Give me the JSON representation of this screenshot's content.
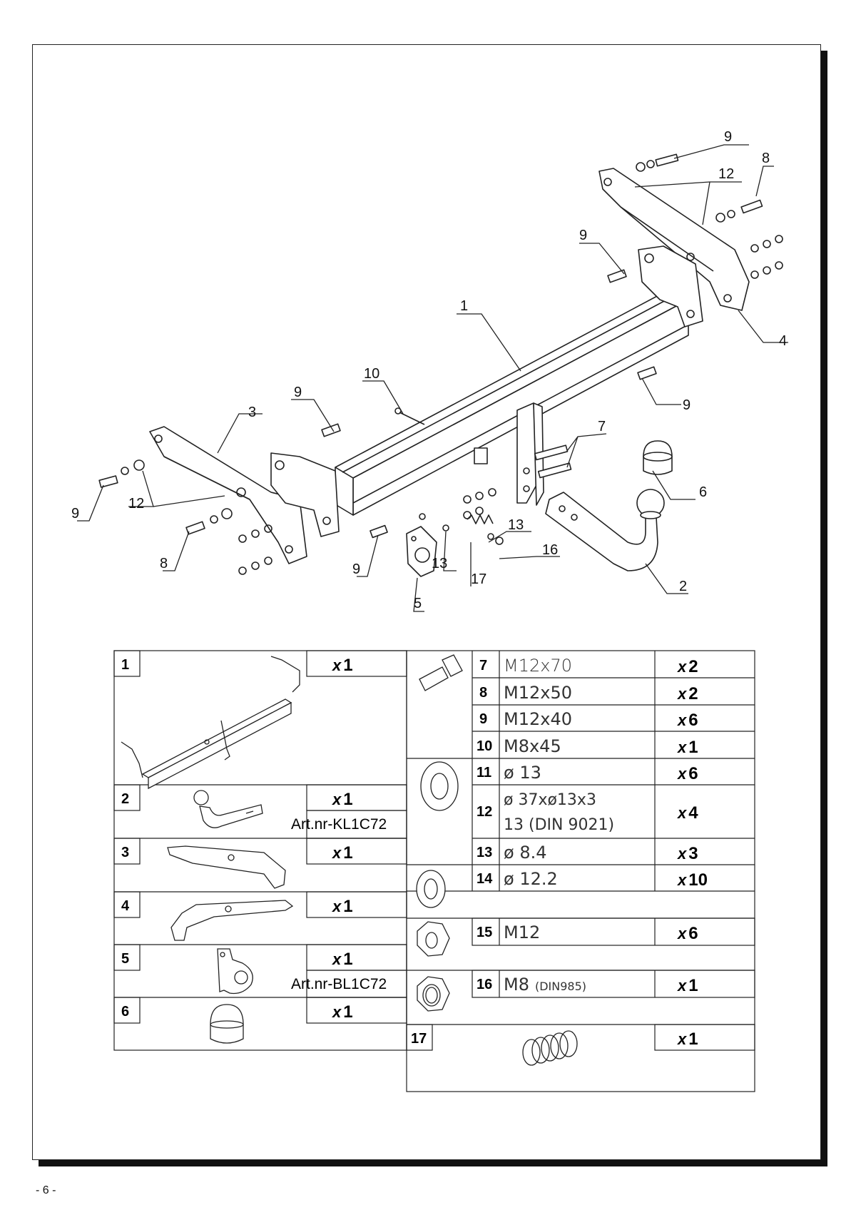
{
  "callouts": [
    {
      "text": "9"
    },
    {
      "text": "8"
    },
    {
      "text": "12"
    },
    {
      "text": "9"
    },
    {
      "text": "1"
    },
    {
      "text": "4"
    },
    {
      "text": "10"
    },
    {
      "text": "9"
    },
    {
      "text": "3"
    },
    {
      "text": "9"
    },
    {
      "text": "7"
    },
    {
      "text": "9"
    },
    {
      "text": "12"
    },
    {
      "text": "8"
    },
    {
      "text": "6"
    },
    {
      "text": "9"
    },
    {
      "text": "13"
    },
    {
      "text": "13"
    },
    {
      "text": "16"
    },
    {
      "text": "17"
    },
    {
      "text": "5"
    },
    {
      "text": "2"
    }
  ],
  "parts_left": [
    {
      "num": "1",
      "qty": "x",
      "qtyn": "1",
      "art": ""
    },
    {
      "num": "2",
      "qty": "x",
      "qtyn": "1",
      "art": "Art.nr-KL1C72"
    },
    {
      "num": "3",
      "qty": "x",
      "qtyn": "1",
      "art": ""
    },
    {
      "num": "4",
      "qty": "x",
      "qtyn": "1",
      "art": ""
    },
    {
      "num": "5",
      "qty": "x",
      "qtyn": "1",
      "art": "Art.nr-BL1C72"
    },
    {
      "num": "6",
      "qty": "x",
      "qtyn": "1",
      "art": ""
    }
  ],
  "parts_right": [
    {
      "num": "7",
      "spec": "M12x70",
      "spec2": "",
      "qty": "x",
      "qtyn": "2"
    },
    {
      "num": "8",
      "spec": "M12x50",
      "spec2": "",
      "qty": "x",
      "qtyn": "2"
    },
    {
      "num": "9",
      "spec": "M12x40",
      "spec2": "",
      "qty": "x",
      "qtyn": "6"
    },
    {
      "num": "10",
      "spec": "M8x45",
      "spec2": "",
      "qty": "x",
      "qtyn": "1"
    },
    {
      "num": "11",
      "spec": "ø 13",
      "spec2": "",
      "qty": "x",
      "qtyn": "6"
    },
    {
      "num": "12",
      "spec": "ø 37xø13x3",
      "spec2": "13  (DIN 9021)",
      "qty": "x",
      "qtyn": "4"
    },
    {
      "num": "13",
      "spec": "ø 8.4",
      "spec2": "",
      "qty": "x",
      "qtyn": "3"
    },
    {
      "num": "14",
      "spec": "ø 12.2",
      "spec2": "",
      "qty": "x",
      "qtyn": "10"
    },
    {
      "num": "15",
      "spec": "M12",
      "spec2": "",
      "qty": "x",
      "qtyn": "6"
    },
    {
      "num": "16",
      "spec": "M8",
      "spec2": "(DIN985)",
      "qty": "x",
      "qtyn": "1"
    },
    {
      "num": "17",
      "spec": "",
      "spec2": "",
      "qty": "x",
      "qtyn": "1"
    }
  ],
  "page_number": "- 6 -"
}
